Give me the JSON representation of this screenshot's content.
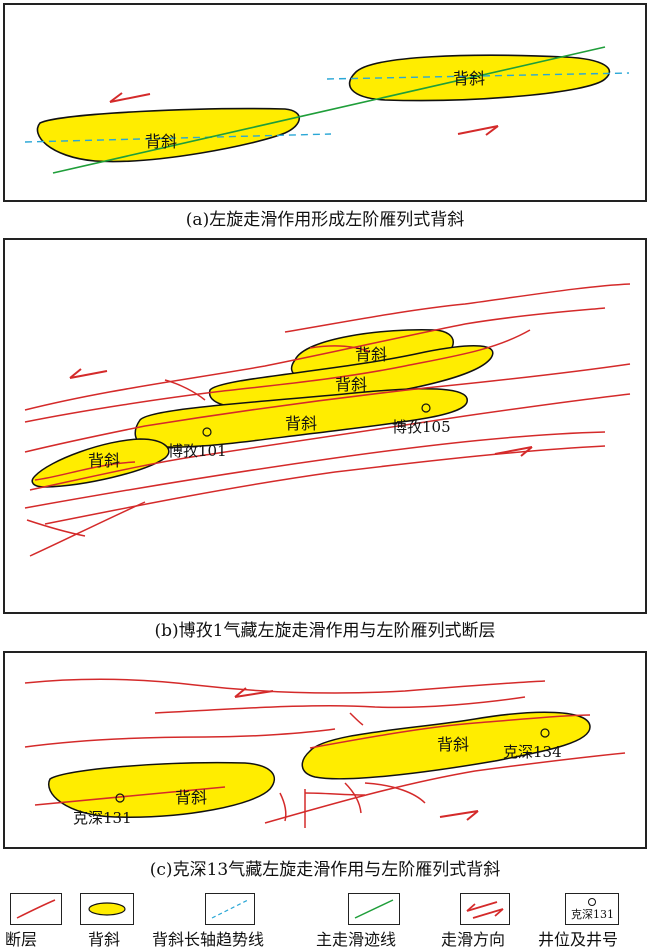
{
  "panels": {
    "a": {
      "caption": "(a)左旋走滑作用形成左阶雁列式背斜",
      "anticline_label_1": "背斜",
      "anticline_label_2": "背斜"
    },
    "b": {
      "caption": "(b)博孜1气藏左旋走滑作用与左阶雁列式断层",
      "anticline_labels": [
        "背斜",
        "背斜",
        "背斜",
        "背斜"
      ],
      "wells": [
        "博孜101",
        "博孜105"
      ]
    },
    "c": {
      "caption": "(c)克深13气藏左旋走滑作用与左阶雁列式背斜",
      "anticline_labels": [
        "背斜",
        "背斜"
      ],
      "wells": [
        "克深134",
        "克深131"
      ]
    }
  },
  "legend": {
    "fault": "断层",
    "anticline": "背斜",
    "anticline_axis": "背斜长轴趋势线",
    "main_strike_slip": "主走滑迹线",
    "slip_direction": "走滑方向",
    "well": "井位及井号",
    "well_sample": "克深131"
  },
  "colors": {
    "anticline_fill": "#ffed00",
    "fault": "#d42a2a",
    "axis_line": "#2aa7d6",
    "main_trace": "#1f9e3a",
    "outline": "#111111"
  }
}
